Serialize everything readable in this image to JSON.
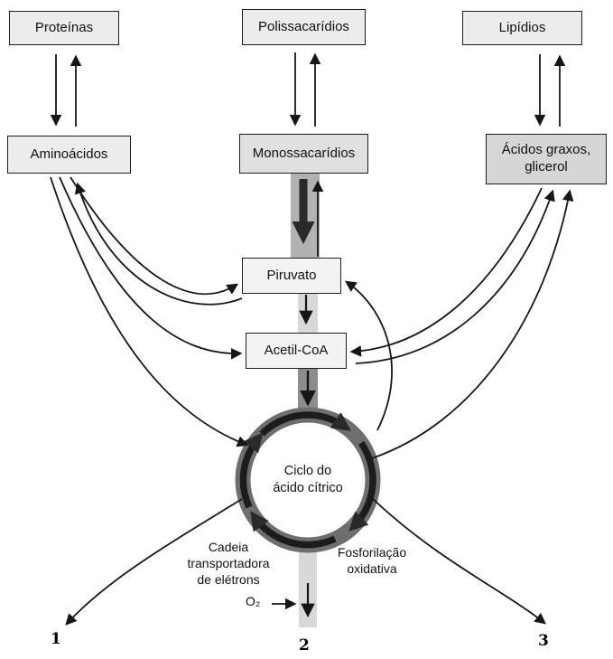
{
  "diagram": {
    "boxes": {
      "proteinas": "Proteínas",
      "polissacaridios": "Polissacarídios",
      "lipidios": "Lipídios",
      "aminoacidos": "Aminoácidos",
      "monossacaridios": "Monossacarídios",
      "acidos_graxos": "Ácidos graxos,\nglicerol",
      "piruvato": "Piruvato",
      "acetil_coa": "Acetil-CoA"
    },
    "cycle_label": "Ciclo do\nácido cítrico",
    "labels": {
      "cadeia": "Cadeia\ntransportadora\nde elétrons",
      "oxigenio": "O₂",
      "fosforilacao": "Fosforilação\noxidativa"
    },
    "numbers": {
      "one": "1",
      "two": "2",
      "three": "3"
    },
    "colors": {
      "box_fill": "#ececec",
      "box_fill_medium": "#e0e0e0",
      "box_fill_dark": "#d6d6d6",
      "band_gray": "#b2b2b2",
      "band_light": "#d8d8d8",
      "band_dark": "#8d8d8d",
      "ring_gray": "#6e6e6e",
      "arrow_black": "#161616"
    },
    "connections": [
      "Proteínas ⇄ Aminoácidos",
      "Polissacarídios ⇄ Monossacarídios",
      "Lipídios ⇄ Ácidos graxos/glicerol",
      "Monossacarídios ⇄ Piruvato",
      "Piruvato → Acetil-CoA",
      "Acetil-CoA → Ciclo do ácido cítrico",
      "Aminoácidos ⇄ Piruvato",
      "Aminoácidos → Acetil-CoA",
      "Aminoácidos → Ciclo do ácido cítrico",
      "Ácidos graxos ⇄ Acetil-CoA",
      "Ciclo do ácido cítrico → Ácidos graxos",
      "Ciclo do ácido cítrico → Piruvato",
      "O₂ → cadeia transportadora",
      "saída → 1",
      "fosforilação oxidativa → 2",
      "saída → 3"
    ]
  }
}
